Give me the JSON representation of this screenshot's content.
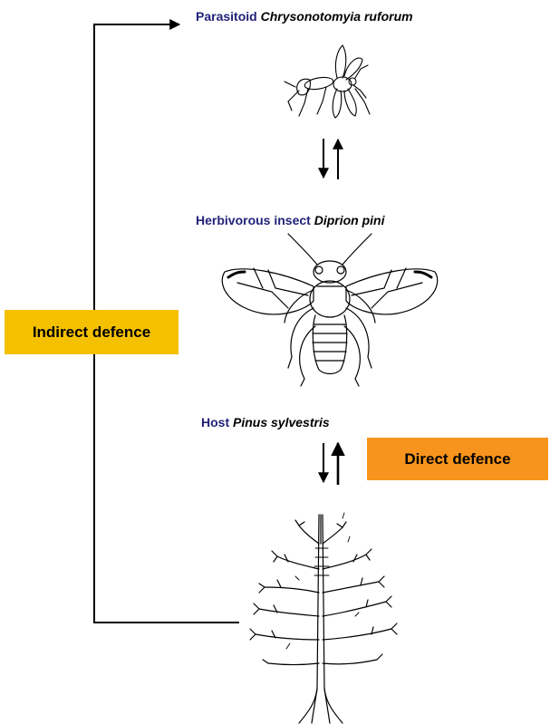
{
  "parasitoid": {
    "common": "Parasitoid",
    "latin": "Chrysonotomyia ruforum"
  },
  "herbivore": {
    "common": "Herbivorous insect",
    "latin": "Diprion pini"
  },
  "host": {
    "common": "Host",
    "latin": "Pinus sylvestris"
  },
  "indirect_defence": {
    "label": "Indirect defence",
    "color": "#F5C000"
  },
  "direct_defence": {
    "label": "Direct defence",
    "color": "#F7941D"
  },
  "colors": {
    "species_common": "#22227a",
    "lines": "#000000"
  }
}
